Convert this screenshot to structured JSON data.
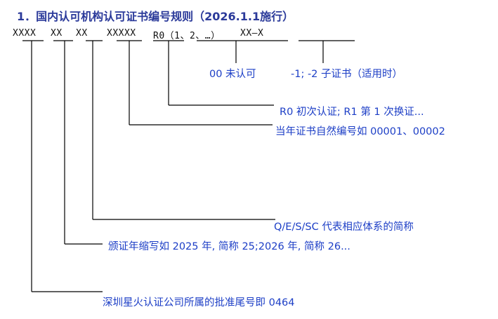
{
  "title": "1．国内认可机构认可证书编号规则（2026.1.1施行）",
  "code_parts": {
    "seg1": "XXXX",
    "seg2": "XX",
    "seg3": "XX",
    "seg4": "XXXXX",
    "seg5": "R0（1、2、…）",
    "seg6": "XX—X"
  },
  "annotations": {
    "unaccredited": "00 未认可",
    "sub_certificate": "-1; -2 子证书（适用时）",
    "renewal": "R0 初次认证; R1 第 1 次换证...",
    "serial": "当年证书自然编号如 00001、00002",
    "system": "Q/E/S/SC 代表相应体系的简称",
    "year": "颁证年缩写如 2025 年, 简称 25;2026 年, 简称 26...",
    "company": "深圳星火认证公司所属的批准尾号即 0464"
  }
}
